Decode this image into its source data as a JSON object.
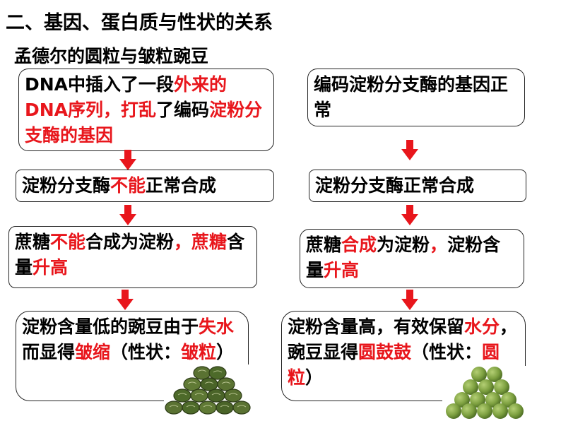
{
  "slide": {
    "title": "二、基因、蛋白质与性状的关系",
    "subtitle": "孟德尔的圆粒与皱粒豌豆"
  },
  "left": {
    "box1": [
      {
        "t": "DNA中插入了一段",
        "r": false
      },
      {
        "t": "外来的DNA序列",
        "r": true
      },
      {
        "t": "，打乱",
        "r": true
      },
      {
        "t": "了编码",
        "r": false
      },
      {
        "t": "淀粉分支酶的基因",
        "r": true
      }
    ],
    "box2": [
      {
        "t": "淀粉分支酶",
        "r": false
      },
      {
        "t": "不能",
        "r": true
      },
      {
        "t": "正常合成",
        "r": false
      }
    ],
    "box3": [
      {
        "t": "蔗糖",
        "r": false
      },
      {
        "t": "不能",
        "r": true
      },
      {
        "t": "合成为淀粉",
        "r": false
      },
      {
        "t": "，蔗糖",
        "r": true
      },
      {
        "t": "含量",
        "r": false
      },
      {
        "t": "升高",
        "r": true
      }
    ],
    "box4": [
      {
        "t": "淀粉含量低的豌豆由于",
        "r": false
      },
      {
        "t": "失水",
        "r": true
      },
      {
        "t": "而显得",
        "r": false
      },
      {
        "t": "皱缩",
        "r": true
      },
      {
        "t": "（性状：",
        "r": false
      },
      {
        "t": "皱粒",
        "r": true
      },
      {
        "t": "）",
        "r": false
      }
    ]
  },
  "right": {
    "box1": [
      {
        "t": "编码淀粉分支酶的基因正常",
        "r": false
      }
    ],
    "box2": [
      {
        "t": "淀粉分支酶正常合成",
        "r": false
      }
    ],
    "box3": [
      {
        "t": "蔗糖",
        "r": false
      },
      {
        "t": "合成",
        "r": true
      },
      {
        "t": "为淀粉",
        "r": false
      },
      {
        "t": "，",
        "r": true
      },
      {
        "t": "淀粉含量",
        "r": false
      },
      {
        "t": "升高",
        "r": true
      }
    ],
    "box4": [
      {
        "t": "淀粉含量高，有效保留",
        "r": false
      },
      {
        "t": "水分",
        "r": true
      },
      {
        "t": "，豌豆显得",
        "r": false
      },
      {
        "t": "圆鼓鼓",
        "r": true
      },
      {
        "t": "（性状：",
        "r": false
      },
      {
        "t": "圆粒",
        "r": true
      },
      {
        "t": "）",
        "r": false
      }
    ]
  },
  "colors": {
    "highlight": "#e8161c",
    "arrow": "#e8161c",
    "wrinkled_pea": "#4f6a2c",
    "round_pea": "#7da040"
  },
  "icons": {
    "arrow": "red-down-arrow",
    "wrinkled": "wrinkled-peas-image",
    "round": "round-peas-image"
  }
}
